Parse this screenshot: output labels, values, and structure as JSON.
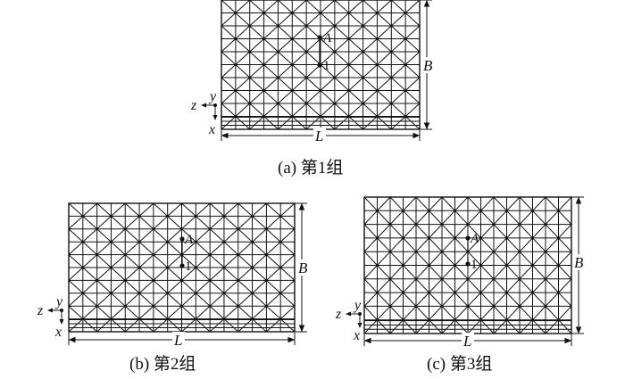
{
  "panels": [
    {
      "caption": "(a) 第1组",
      "dim_length": "L",
      "dim_width": "B",
      "point_a": "A",
      "point_1": "1",
      "axis_z": "z",
      "axis_y": "y",
      "axis_x": "x"
    },
    {
      "caption": "(b) 第2组",
      "dim_length": "L",
      "dim_width": "B",
      "point_a": "A",
      "point_1": "1",
      "axis_z": "z",
      "axis_y": "y",
      "axis_x": "x"
    },
    {
      "caption": "(c) 第3组",
      "dim_length": "L",
      "dim_width": "B",
      "point_a": "A",
      "point_1": "1",
      "axis_z": "z",
      "axis_y": "y",
      "axis_x": "x"
    }
  ]
}
